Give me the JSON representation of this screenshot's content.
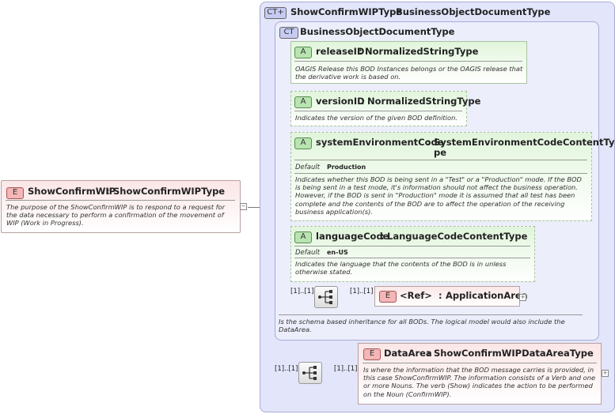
{
  "root": {
    "badge": "E",
    "name": "ShowConfirmWIP",
    "sep": ":",
    "type": "ShowConfirmWIPType",
    "description": "The purpose of the ShowConfirmWIP is to respond to a request for the data necessary to perform a confirmation of the movement of WIP (Work in Progress).",
    "expand_icon": "minus"
  },
  "outer_type": {
    "badge": "CT",
    "badge_icon": "plus",
    "name": "ShowConfirmWIPType",
    "sep": ":",
    "base": "BusinessObjectDocumentType"
  },
  "inner_type": {
    "badge": "CT",
    "name": "BusinessObjectDocumentType",
    "description": "Is the schema based inheritance for all BODs. The logical model would also include the DataArea."
  },
  "attributes": [
    {
      "badge": "A",
      "name": "releaseID",
      "sep": ":",
      "type": "NormalizedStringType",
      "description": "OAGIS Release this BOD Instances belongs or the OAGIS release that the derivative work is based on."
    },
    {
      "badge": "A",
      "name": "versionID",
      "sep": ":",
      "type": "NormalizedStringType",
      "description": "Indicates the version of the given BOD definition."
    },
    {
      "badge": "A",
      "name": "systemEnvironmentCode",
      "sep": ":",
      "type_line1": "SystemEnvironmentCodeContentTy",
      "type_line2": "pe",
      "default_label": "Default",
      "default_value": "Production",
      "description": "Indicates whether this BOD is being sent in a \"Test\" or a \"Production\" mode. If the BOD is being sent in a test mode, it's information should not affect the business operation. However, if the BOD is sent in \"Production\" mode it is assumed that all test has been complete and the contents of the BOD are to affect the operation of the receiving business application(s)."
    },
    {
      "badge": "A",
      "name": "languageCode",
      "sep": ":",
      "type": "LanguageCodeContentType",
      "default_label": "Default",
      "default_value": "en-US",
      "description": "Indicates the language that the contents of the BOD is in unless otherwise stated."
    }
  ],
  "application_area": {
    "seq_occurrence": "[1]..[1]",
    "occurrence": "[1]..[1]",
    "badge": "E",
    "ref": "<Ref>",
    "sep": ":",
    "name": "ApplicationArea",
    "sequence_icon": "sequence-icon"
  },
  "data_area": {
    "seq_occurrence": "[1]..[1]",
    "occurrence": "[1]..[1]",
    "badge": "E",
    "name": "DataArea",
    "sep": ":",
    "type": "ShowConfirmWIPDataAreaType",
    "description": "Is where the information that the BOD message carries is provided, in this case ShowConfirmWIP. The information consists of a Verb and one or more Nouns. The verb (Show) indicates the action to be performed on the Noun (ConfirmWIP).",
    "sequence_icon": "sequence-icon"
  },
  "colors": {
    "ct_outer_bg": "#e3e5fb",
    "ct_inner_bg": "#eceefb",
    "attr_bg": "#eaf8e6",
    "element_bg": "#fbe3e3"
  }
}
